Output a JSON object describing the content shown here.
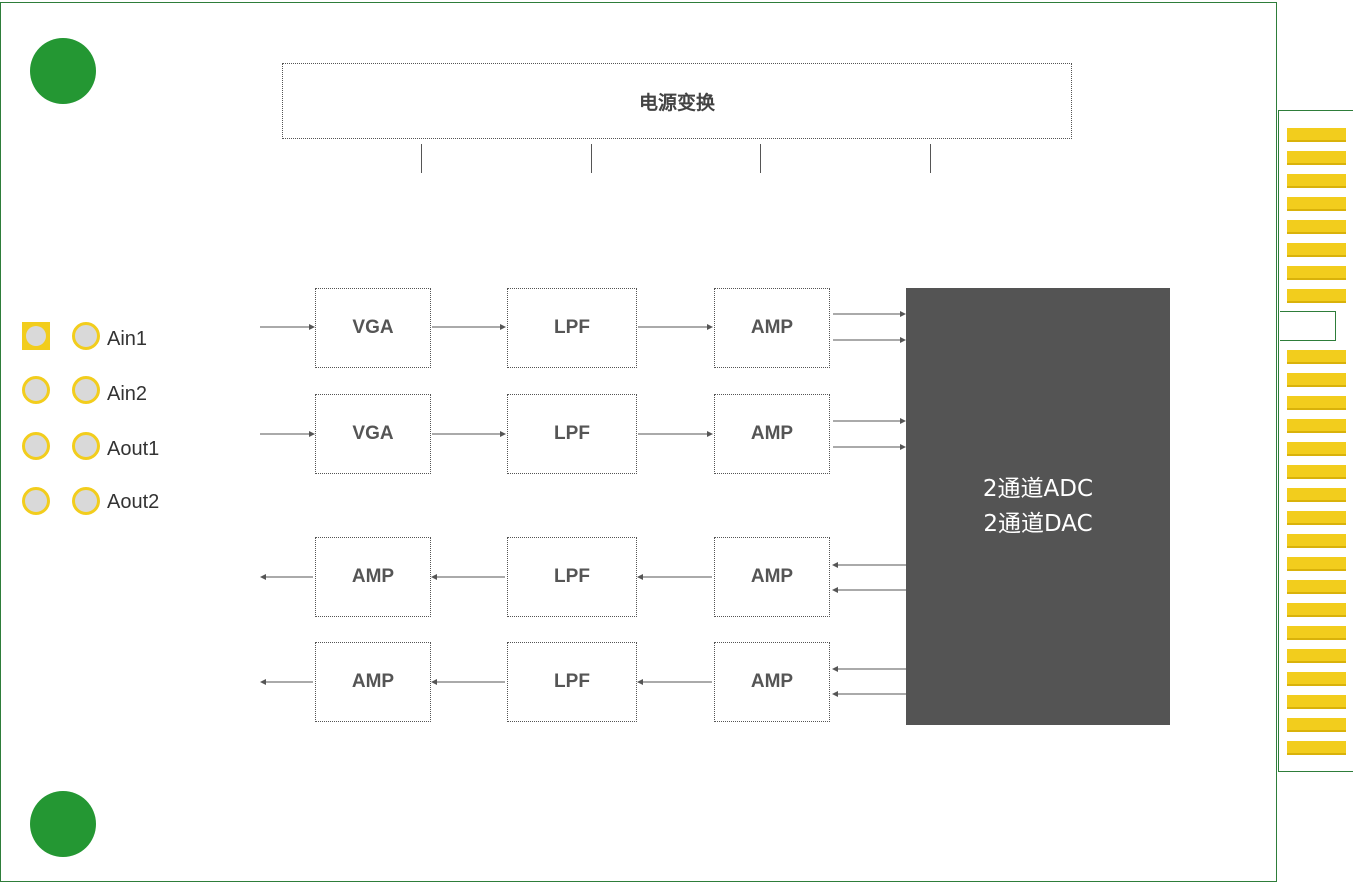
{
  "power": {
    "label": "电源变换"
  },
  "chip": {
    "line1": "2通道ADC",
    "line2": "2通道DAC"
  },
  "pads": [
    {
      "label": "Ain1"
    },
    {
      "label": "Ain2"
    },
    {
      "label": "Aout1"
    },
    {
      "label": "Aout2"
    }
  ],
  "input_chains": [
    {
      "blocks": [
        "VGA",
        "LPF",
        "AMP"
      ]
    },
    {
      "blocks": [
        "VGA",
        "LPF",
        "AMP"
      ]
    }
  ],
  "output_chains": [
    {
      "blocks": [
        "AMP",
        "LPF",
        "AMP"
      ]
    },
    {
      "blocks": [
        "AMP",
        "LPF",
        "AMP"
      ]
    }
  ],
  "colors": {
    "board_outline": "#2e7d3a",
    "mount_hole": "#249733",
    "pin_gold": "#f2cd1d",
    "chip": "#545454"
  }
}
